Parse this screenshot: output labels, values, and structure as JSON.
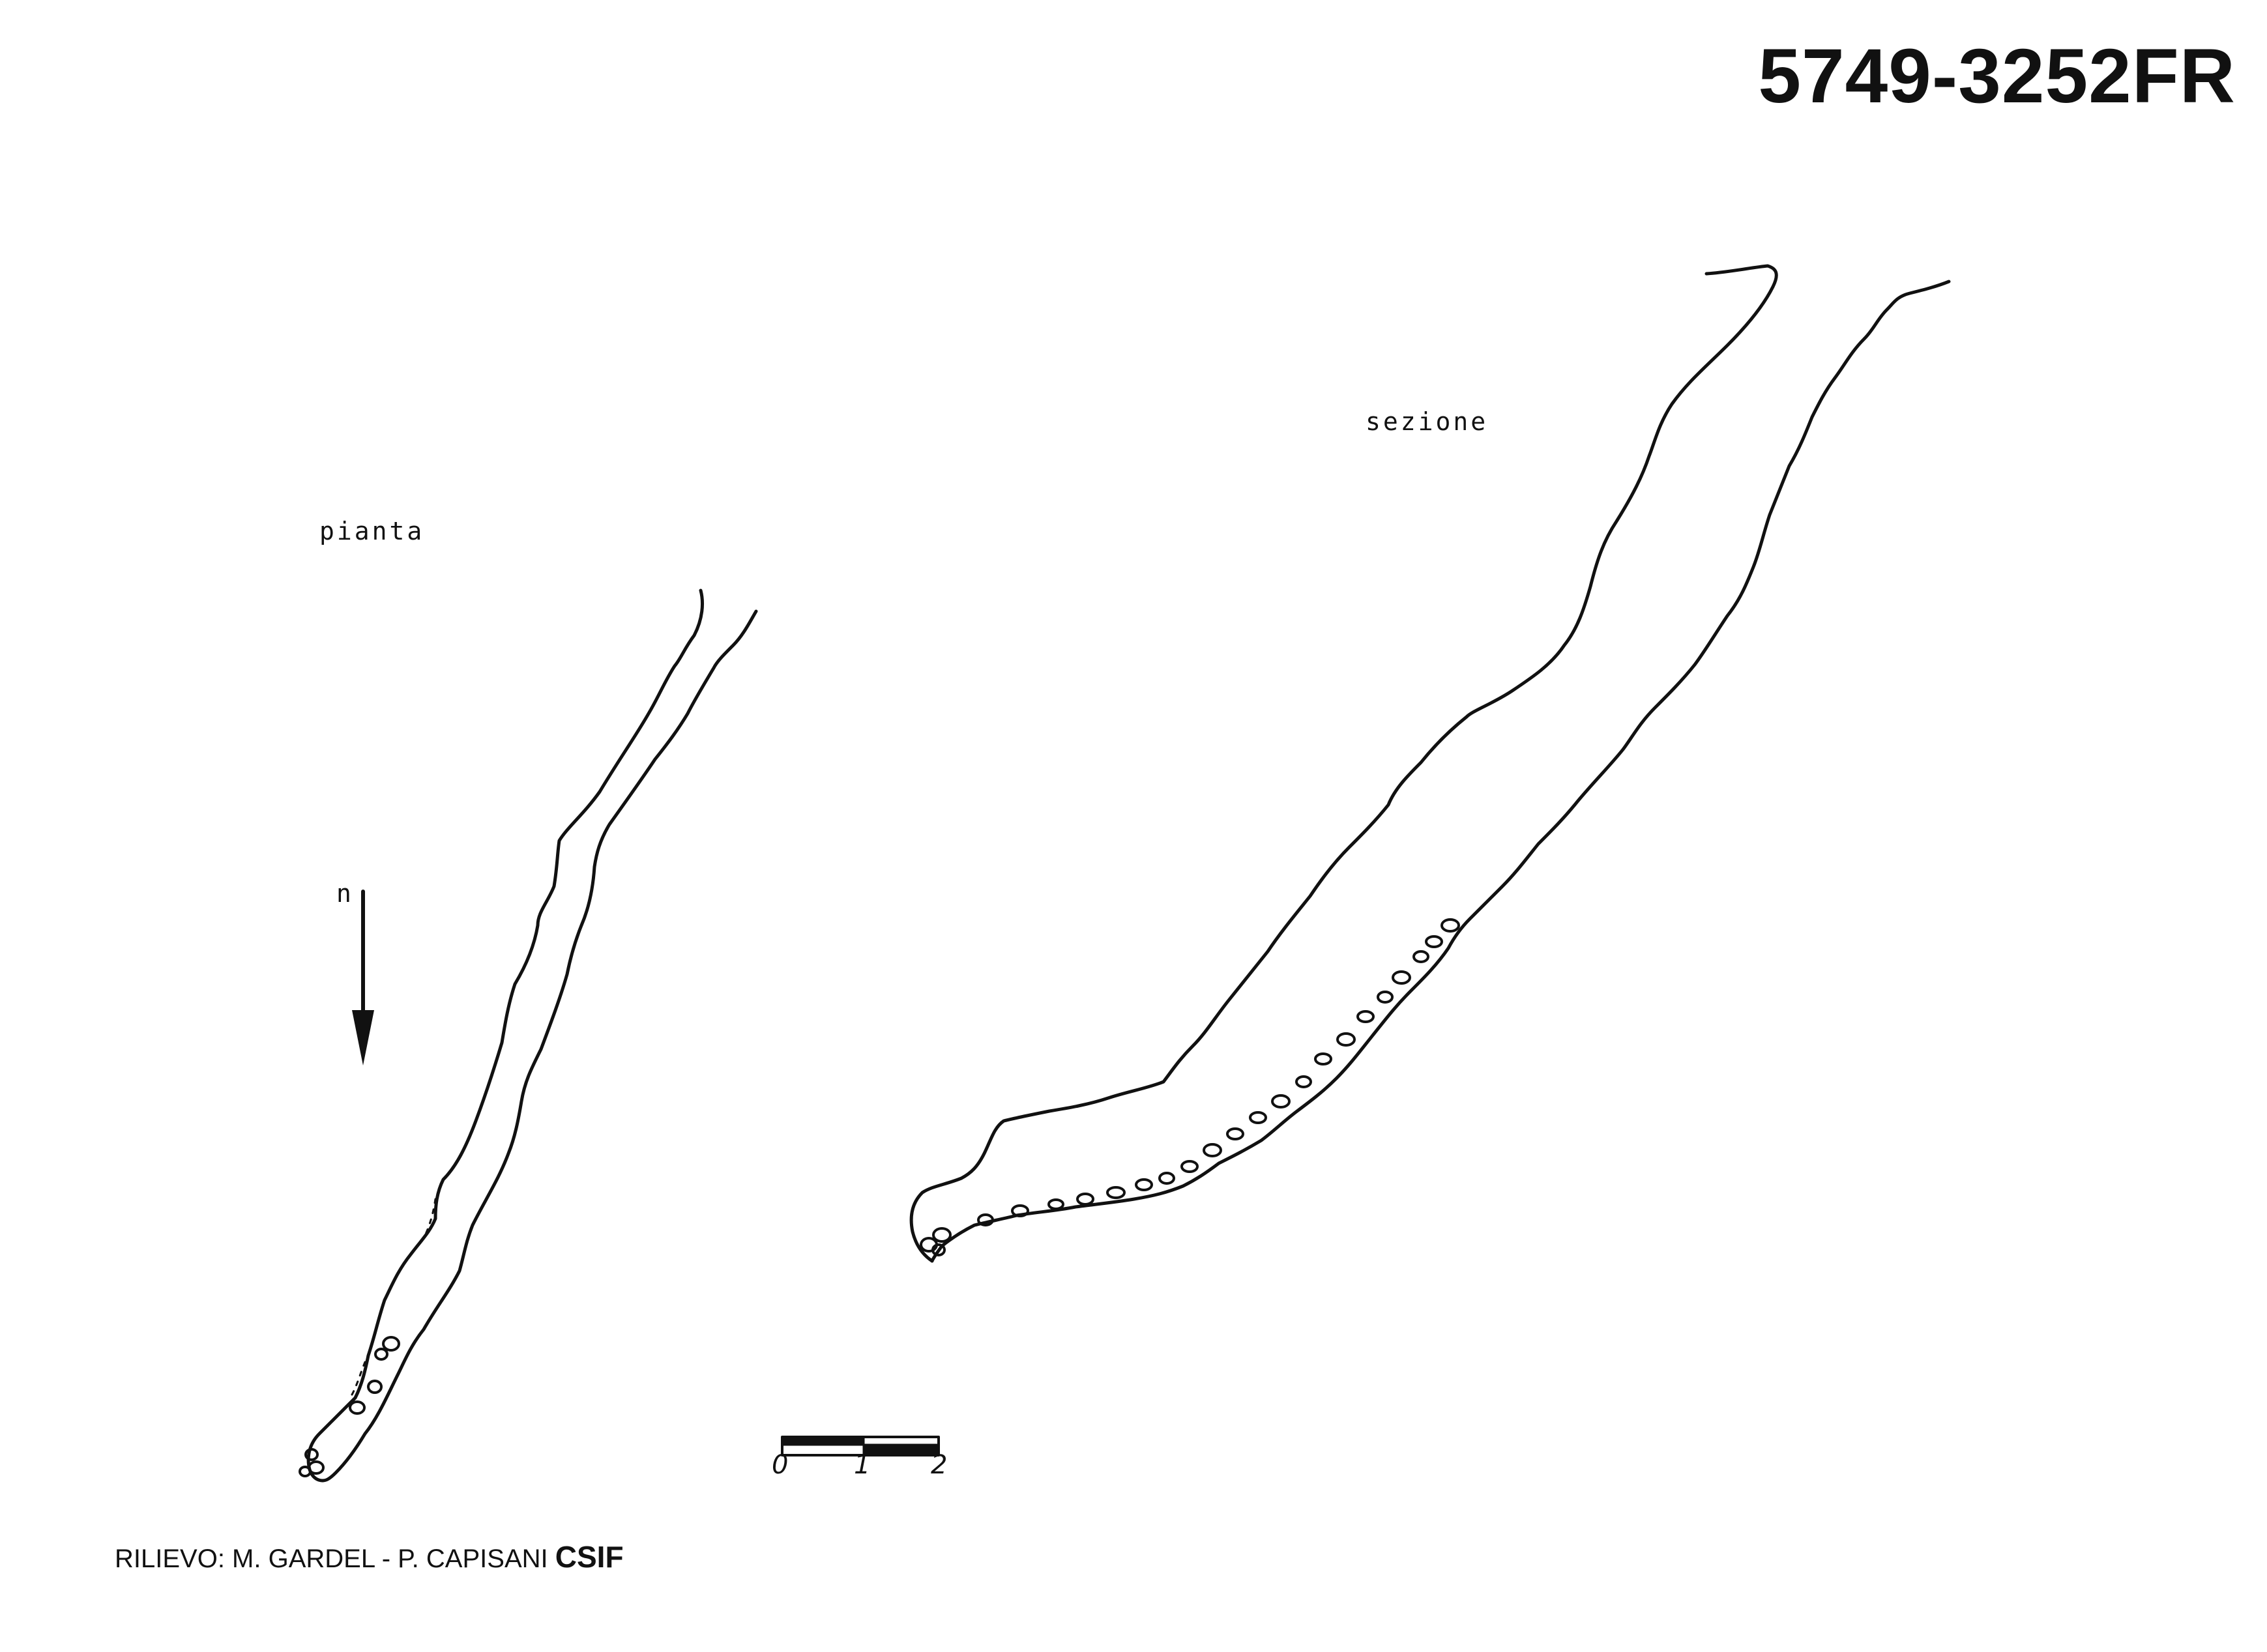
{
  "cave_code": "5749-3252FR",
  "views": {
    "plan_label": "pianta",
    "section_label": "sezione"
  },
  "north": {
    "label": "n",
    "icon": "north-arrow-icon"
  },
  "scale_bar": {
    "ticks": [
      "0",
      "1",
      "2"
    ]
  },
  "credits": {
    "text": "RILIEVO: M. GARDEL - P. CAPISANI",
    "org": "CSIF"
  },
  "colors": {
    "ink": "#111111",
    "paper": "#ffffff"
  }
}
